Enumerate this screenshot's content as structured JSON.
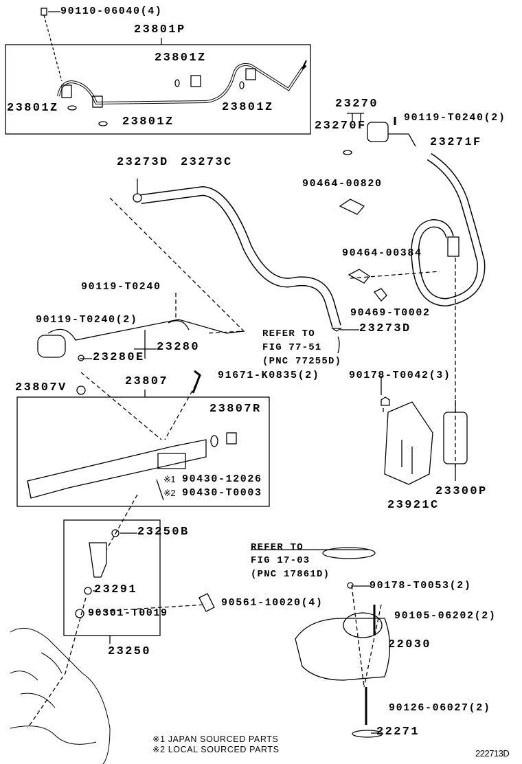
{
  "labels": {
    "p90110_06040": "90110-06040(4)",
    "p23801P": "23801P",
    "p23801Z_a": "23801Z",
    "p23801Z_b": "23801Z",
    "p23801Z_c": "23801Z",
    "p23801Z_d": "23801Z",
    "p23270": "23270",
    "p90119_T0240_2a": "90119-T0240(2)",
    "p23270F": "23270F",
    "p23271F": "23271F",
    "p23273D_a": "23273D",
    "p23273C": "23273C",
    "p90464_00820": "90464-00820",
    "p90464_00384": "90464-00384",
    "p90119_T0240": "90119-T0240",
    "p90119_T0240_2b": "90119-T0240(2)",
    "p90469_T0002": "90469-T0002",
    "p23273D_b": "23273D",
    "p23280": "23280",
    "p23280E": "23280E",
    "p23807V": "23807V",
    "p23807": "23807",
    "p91671_K0835": "91671-K0835(2)",
    "p90178_T0042": "90178-T0042(3)",
    "p23807R": "23807R",
    "p90430_12026": "90430-12026",
    "p90430_T0003": "90430-T0003",
    "p23921C": "23921C",
    "p23300P": "23300P",
    "p23250B": "23250B",
    "p23291": "23291",
    "p90178_T0053": "90178-T0053(2)",
    "p90561_10020": "90561-10020(4)",
    "p90301_T0019": "90301-T0019",
    "p90105_06202": "90105-06202(2)",
    "p23250": "23250",
    "p22030": "22030",
    "p90126_06027": "90126-06027(2)",
    "p22271": "22271"
  },
  "marks": {
    "m1": "※1",
    "m2": "※2"
  },
  "refs": {
    "ref1": [
      "REFER TO",
      "FIG 77-51",
      "(PNC 77255D)"
    ],
    "ref2": [
      "REFER TO",
      "FIG 17-03",
      "(PNC 17861D)"
    ]
  },
  "notes": [
    "※1 JAPAN SOURCED PARTS",
    "※2 LOCAL SOURCED PARTS"
  ],
  "figure_id": "222713D"
}
